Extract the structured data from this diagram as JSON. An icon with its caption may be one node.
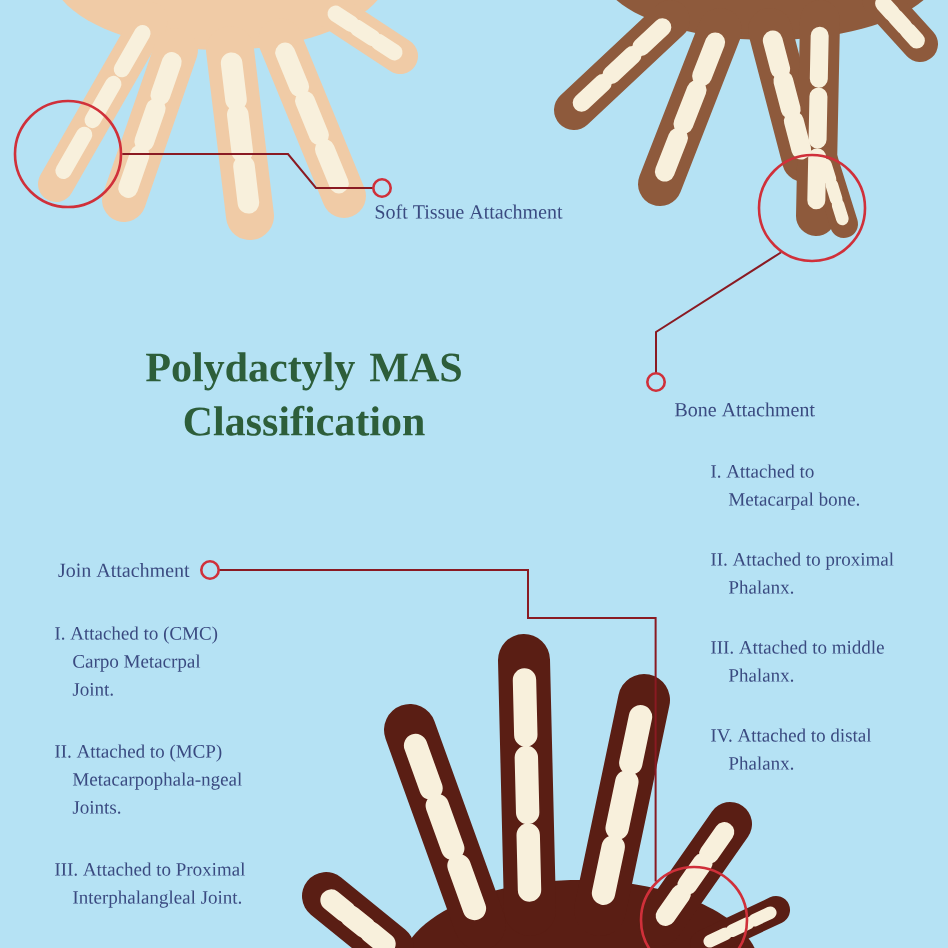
{
  "diagram": {
    "title": "Polydactyly MAS Classification",
    "nodes": [
      {
        "text": [
          "Soft Tissue Attachment"
        ]
      },
      {
        "text": [],
        "shape": "circle"
      },
      {
        "text": [
          "Bone Attachment"
        ]
      },
      {
        "text": [],
        "shape": "circle"
      },
      {
        "text": [
          "Join Attachment"
        ]
      },
      {
        "text": [],
        "shape": "circle"
      }
    ],
    "edges": [
      {
        "from": 0,
        "to": 1,
        "arrow": "other"
      },
      {
        "from": 2,
        "to": 3,
        "arrow": "other"
      },
      {
        "from": 4,
        "to": 5,
        "arrow": "other"
      }
    ],
    "labels": [
      "I. Attached to Metacarpal bone.",
      "II. Attached to proximal Phalanx.",
      "III. Attached to middle Phalanx.",
      "IV. Attached to distal Phalanx.",
      "I. Attached to (CMC) Carpo Metacrpal Joint.",
      "II. Attached to (MCP) Metacarpophala-ngeal Joints.",
      "III. Attached to Proximal Interphalangleal Joint."
    ]
  }
}
